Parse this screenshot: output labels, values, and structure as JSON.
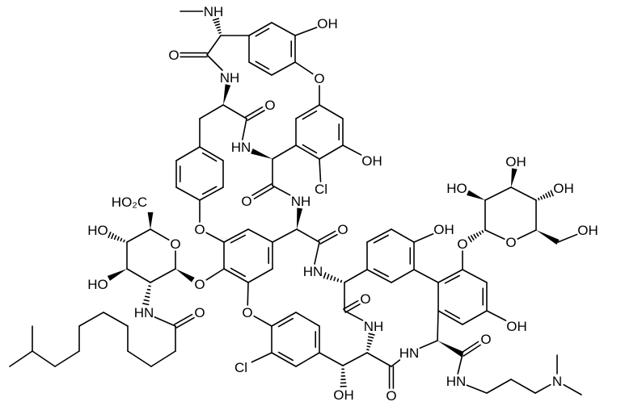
{
  "molecule": {
    "atom_labels": [
      "NH",
      "OH",
      "O",
      "NH",
      "O",
      "O",
      "HN",
      "OH",
      "Cl",
      "O",
      "NH",
      "HO₂C",
      "O",
      "O",
      "HO",
      "O",
      "HN",
      "OH",
      "O",
      "O",
      "HO",
      "OH",
      "OH",
      "OH",
      "O",
      "HO",
      "O",
      "HN",
      "O",
      "O",
      "NH",
      "OH",
      "O",
      "HN",
      "Cl",
      "N",
      "HN",
      "OH",
      "O"
    ],
    "colors": {
      "bond": "#000000",
      "background": "#ffffff"
    }
  }
}
